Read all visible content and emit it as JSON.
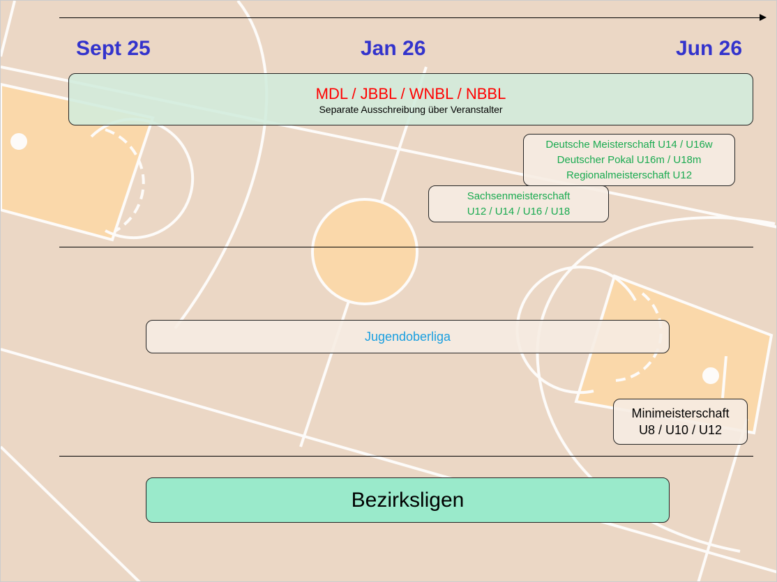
{
  "timeline": {
    "start": "Sept 25",
    "mid": "Jan 26",
    "end": "Jun 26"
  },
  "top_box": {
    "title": "MDL / JBBL / WNBL / NBBL",
    "subtitle": "Separate Ausschreibung über Veranstalter"
  },
  "dm_box": {
    "lines": [
      "Deutsche Meisterschaft U14 / U16w",
      "Deutscher Pokal U16m / U18m",
      "Regionalmeisterschaft U12"
    ]
  },
  "sachsen_box": {
    "lines": [
      "Sachsenmeisterschaft",
      "U12 / U14 / U16 / U18"
    ]
  },
  "jugendoberliga": "Jugendoberliga",
  "mini_box": {
    "lines": [
      "Minimeisterschaft",
      "U8 / U10 / U12"
    ]
  },
  "bezirksligen": "Bezirksligen",
  "colors": {
    "date": "#3333cc",
    "top_title": "#ff0000",
    "green_text": "#1aaa50",
    "jugendoberliga": "#1a9fe0",
    "bezirksligen_fill": "#9aeacb"
  }
}
